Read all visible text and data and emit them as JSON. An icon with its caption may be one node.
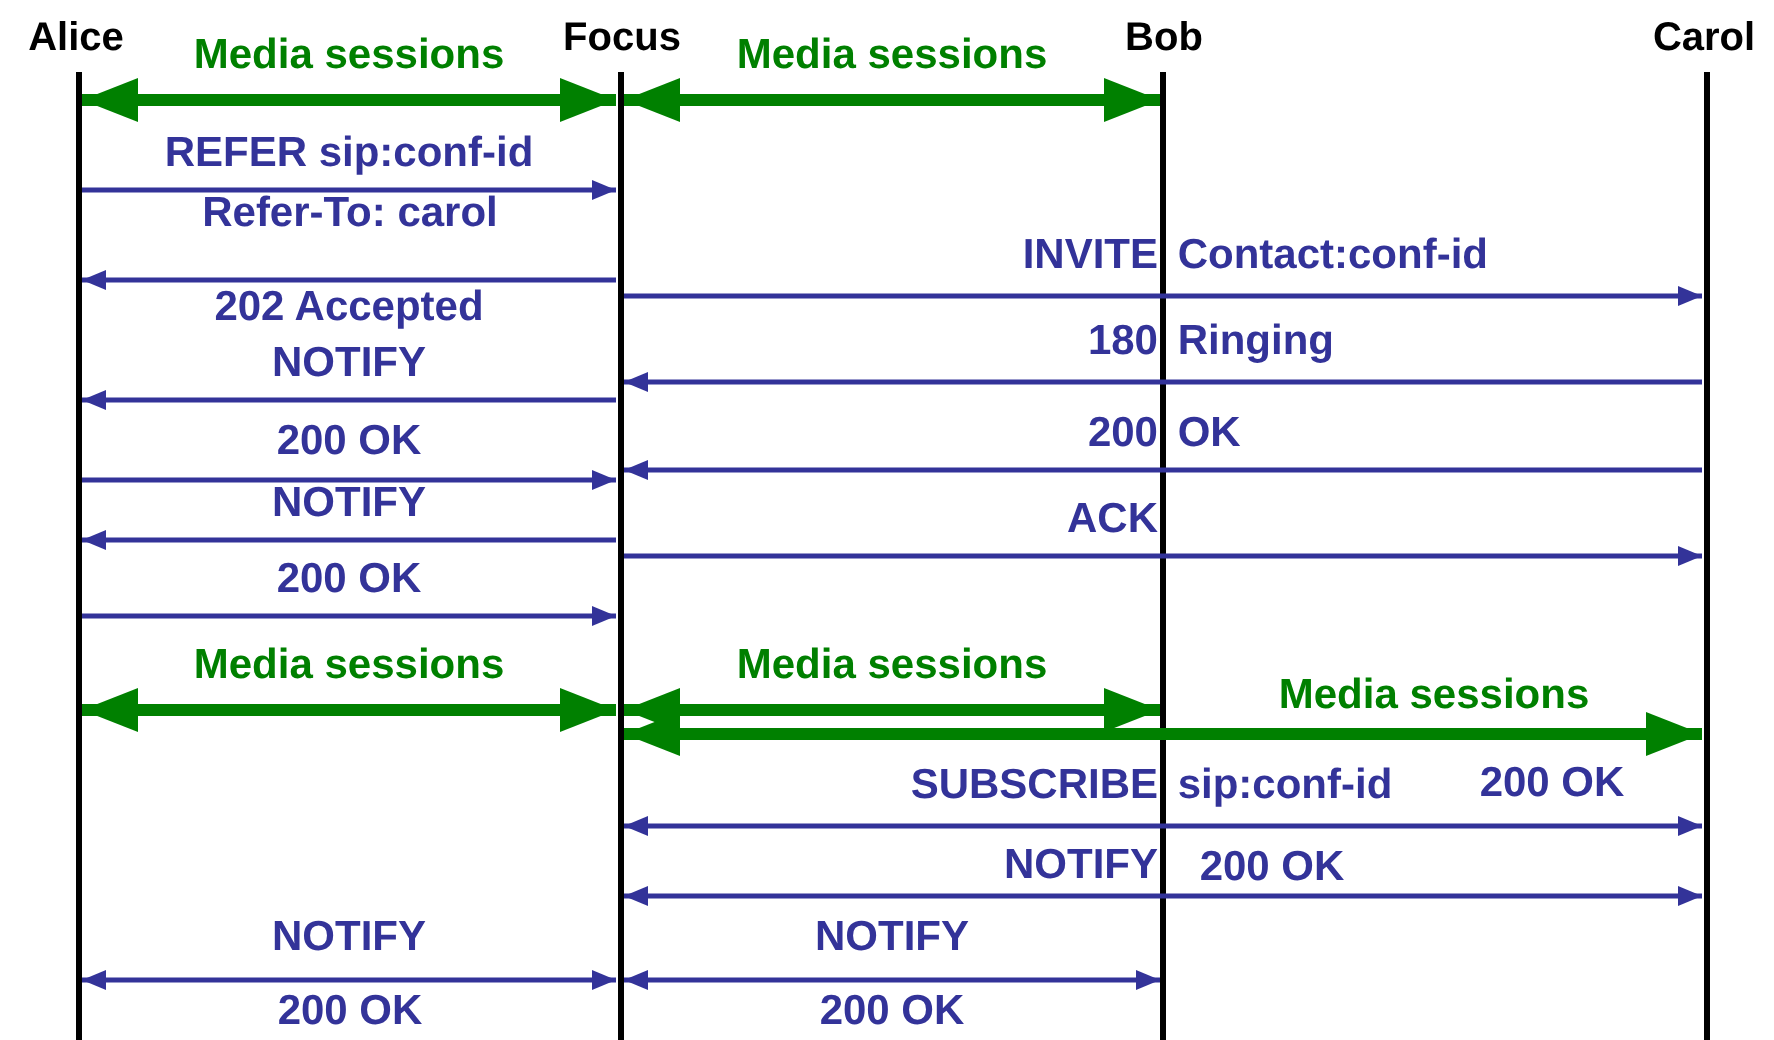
{
  "diagram": {
    "nodes": [
      {
        "text": [
          "Alice"
        ]
      },
      {
        "text": [
          "Focus"
        ]
      },
      {
        "text": [
          "Bob"
        ]
      },
      {
        "text": [
          "Carol"
        ]
      }
    ],
    "edges": [
      {
        "from": 0,
        "to": 1,
        "arrow": "both",
        "label": "Media sessions",
        "style": "thick",
        "color": "#008000"
      },
      {
        "from": 1,
        "to": 2,
        "arrow": "both",
        "label": "Media sessions",
        "style": "thick",
        "color": "#008000"
      },
      {
        "from": 0,
        "to": 1,
        "arrow": "to",
        "label": "REFER sip:conf-id"
      },
      {
        "from": 1,
        "to": 0,
        "arrow": "to",
        "label": "202 Accepted"
      },
      {
        "from": 1,
        "to": 3,
        "arrow": "to",
        "label": "INVITE Contact:conf-id"
      },
      {
        "from": 3,
        "to": 1,
        "arrow": "to",
        "label": "180 Ringing"
      },
      {
        "from": 1,
        "to": 0,
        "arrow": "to",
        "label": "NOTIFY"
      },
      {
        "from": 3,
        "to": 1,
        "arrow": "to",
        "label": "200 OK"
      },
      {
        "from": 0,
        "to": 1,
        "arrow": "to",
        "label": "200 OK"
      },
      {
        "from": 1,
        "to": 0,
        "arrow": "to",
        "label": "NOTIFY"
      },
      {
        "from": 1,
        "to": 3,
        "arrow": "to",
        "label": "ACK"
      },
      {
        "from": 0,
        "to": 1,
        "arrow": "to",
        "label": "200 OK"
      },
      {
        "from": 0,
        "to": 1,
        "arrow": "both",
        "label": "Media sessions",
        "style": "thick",
        "color": "#008000"
      },
      {
        "from": 1,
        "to": 2,
        "arrow": "both",
        "label": "Media sessions",
        "style": "thick",
        "color": "#008000"
      },
      {
        "from": 1,
        "to": 3,
        "arrow": "both",
        "label": "Media sessions",
        "style": "thick",
        "color": "#008000"
      },
      {
        "from": 1,
        "to": 3,
        "arrow": "both",
        "label": "SUBSCRIBE sip:conf-id"
      },
      {
        "from": 1,
        "to": 3,
        "arrow": "both",
        "label": "NOTIFY"
      },
      {
        "from": 0,
        "to": 1,
        "arrow": "both",
        "label": "NOTIFY"
      },
      {
        "from": 1,
        "to": 2,
        "arrow": "both",
        "label": "NOTIFY"
      }
    ],
    "labels": [
      "Refer-To: carol",
      "200 OK",
      "200 OK",
      "200 OK",
      "200 OK"
    ]
  }
}
